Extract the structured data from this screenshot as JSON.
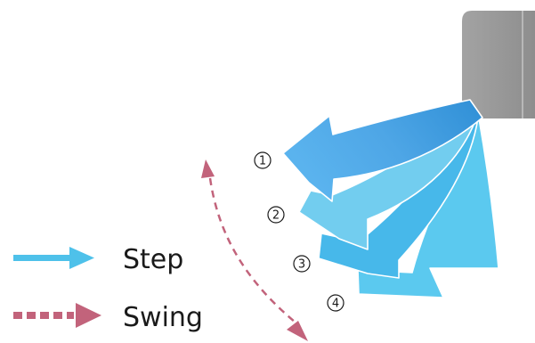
{
  "diagram": {
    "steps": [
      {
        "label": "1",
        "color": "#4aa3e2"
      },
      {
        "label": "2",
        "color": "#6bc7ee"
      },
      {
        "label": "3",
        "color": "#48b7ea"
      },
      {
        "label": "4",
        "color": "#55c5ec"
      }
    ],
    "legend": {
      "step_label": "Step",
      "swing_label": "Swing"
    },
    "colors": {
      "unit": "#9b9b9b",
      "unit_dark": "#8a8a8a",
      "step_arrow": "#4ec1ea",
      "swing_arrow": "#c2637b",
      "outline": "#ffffff"
    }
  }
}
